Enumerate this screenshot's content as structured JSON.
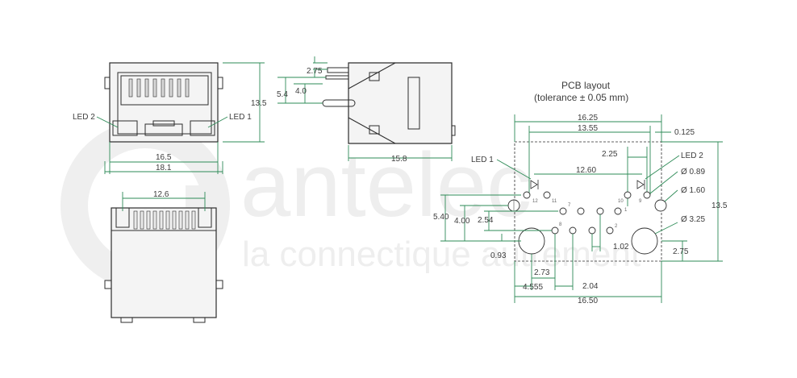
{
  "watermark": {
    "brand": "antelec",
    "tagline": "la connectique autrement"
  },
  "pcb_layout": {
    "title": "PCB layout",
    "subtitle": "(tolerance ± 0.05 mm)"
  },
  "front_view": {
    "led2": "LED 2",
    "led1": "LED 1",
    "height": "13.5",
    "inner_width": "16.5",
    "overall_width": "18.1"
  },
  "side_view": {
    "d_top": "2.75",
    "d_mid": "4.0",
    "d_left": "5.4",
    "depth": "15.8"
  },
  "bottom_view": {
    "width": "12.6"
  },
  "pcb": {
    "w_total": "16.25",
    "w_inner": "13.55",
    "offset": "0.125",
    "pitch": "2.25",
    "led1": "LED 1",
    "led2": "LED 2",
    "led_span": "12.60",
    "d_small": "Ø 0.89",
    "d_mid": "Ø 1.60",
    "d_large": "Ø 3.25",
    "h540": "5.40",
    "h400": "4.00",
    "h254": "2.54",
    "h093": "0.93",
    "height": "13.5",
    "d102": "1.02",
    "d275": "2.75",
    "d273": "2.73",
    "d4555": "4.555",
    "d204": "2.04",
    "w1650": "16.50"
  },
  "pin_numbers": [
    "12",
    "11",
    "10",
    "9",
    "7",
    "8",
    "1",
    "2"
  ],
  "colors": {
    "dimension": "#2e8b57",
    "outline": "#2d2d2d",
    "watermark": "#eeeeee"
  }
}
